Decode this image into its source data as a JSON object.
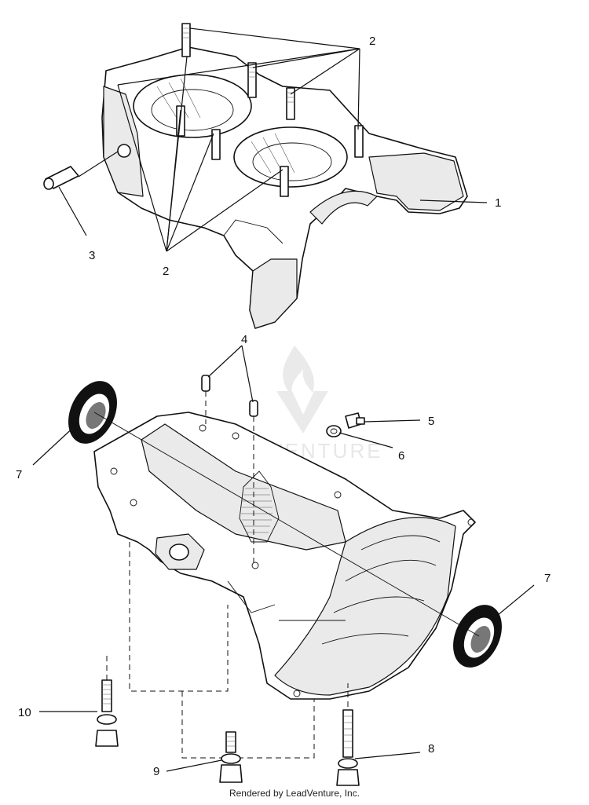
{
  "labels": [
    {
      "id": "1",
      "text": "1"
    },
    {
      "id": "2a",
      "text": "2"
    },
    {
      "id": "2b",
      "text": "2"
    },
    {
      "id": "3",
      "text": "3"
    },
    {
      "id": "4",
      "text": "4"
    },
    {
      "id": "5",
      "text": "5"
    },
    {
      "id": "6",
      "text": "6"
    },
    {
      "id": "7a",
      "text": "7"
    },
    {
      "id": "7b",
      "text": "7"
    },
    {
      "id": "8",
      "text": "8"
    },
    {
      "id": "9",
      "text": "9"
    },
    {
      "id": "10",
      "text": "10"
    }
  ],
  "watermark": "LEADVENTURE",
  "footer": "Rendered by LeadVenture, Inc."
}
